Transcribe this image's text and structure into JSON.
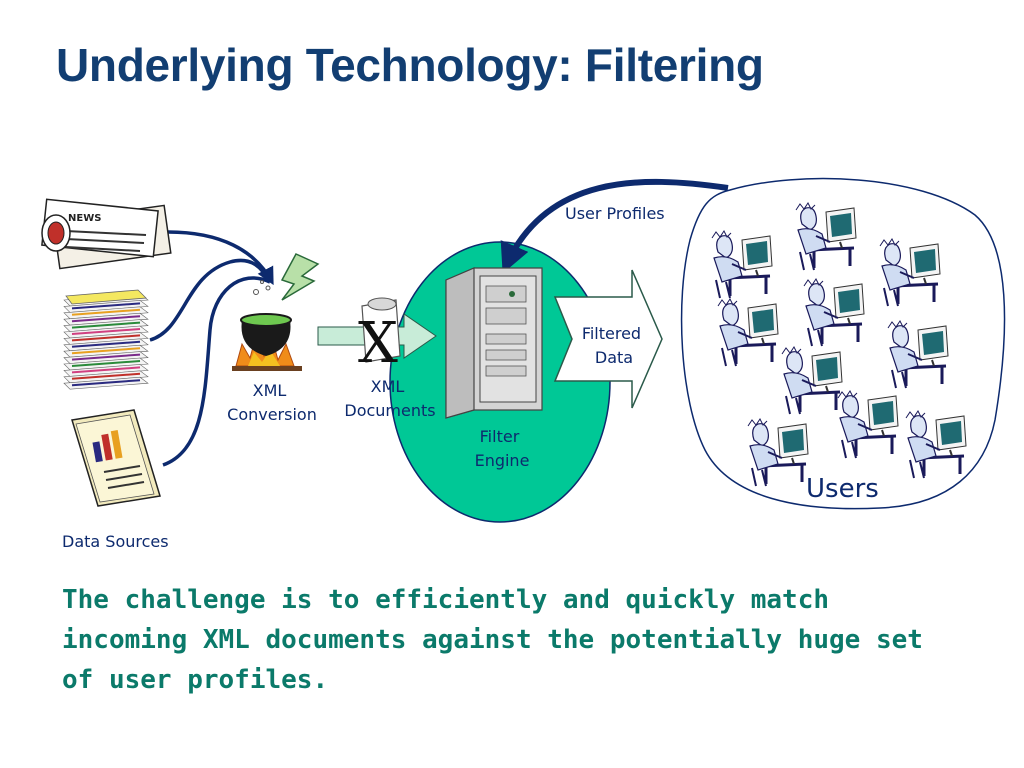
{
  "slide": {
    "title": "Underlying Technology: Filtering"
  },
  "diagram": {
    "data_sources_label": "Data Sources",
    "xml_conversion_label": [
      "XML",
      "Conversion"
    ],
    "xml_documents_label": [
      "XML",
      "Documents"
    ],
    "filter_engine_label": [
      "Filter",
      "Engine"
    ],
    "filtered_data_label": [
      "Filtered",
      "Data"
    ],
    "user_profiles_label": "User Profiles",
    "users_label": "Users",
    "newspaper_masthead": "NEWS",
    "xml_icon_letter": "X",
    "icons": [
      "newspaper-icon",
      "document-stack-icon",
      "report-chart-icon",
      "cauldron-icon",
      "lightning-icon",
      "xml-document-icon",
      "server-tower-icon",
      "user-computer-icon"
    ],
    "colors": {
      "filter_ellipse": "#00c896",
      "arrow_navy": "#0d2a6e",
      "block_arrow": "#c8ecd8",
      "text_navy": "#0d2a6e"
    }
  },
  "challenge_text": "The challenge is to efficiently and quickly match incoming XML documents against the potentially huge set of user profiles."
}
